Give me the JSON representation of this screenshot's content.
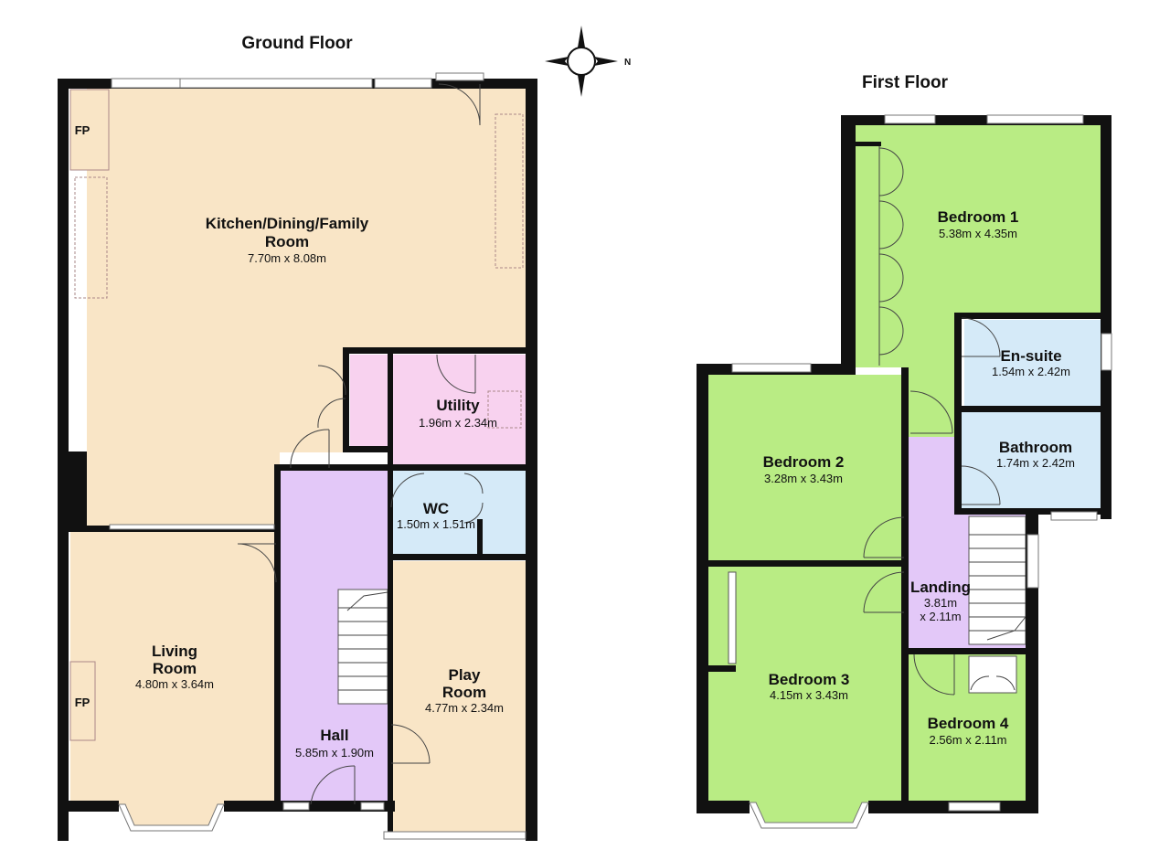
{
  "ground_floor": {
    "title": "Ground Floor",
    "rooms": {
      "kitchen": {
        "name_line1": "Kitchen/Dining/Family",
        "name_line2": "Room",
        "dims": "7.70m x 8.08m"
      },
      "utility": {
        "name": "Utility",
        "dims": "1.96m x 2.34m"
      },
      "wc": {
        "name": "WC",
        "dims": "1.50m x 1.51m"
      },
      "living": {
        "name_line1": "Living",
        "name_line2": "Room",
        "dims": "4.80m x 3.64m"
      },
      "hall": {
        "name": "Hall",
        "dims": "5.85m x 1.90m"
      },
      "play": {
        "name_line1": "Play",
        "name_line2": "Room",
        "dims": "4.77m x 2.34m"
      }
    },
    "fireplace_labels": [
      "FP",
      "FP"
    ]
  },
  "first_floor": {
    "title": "First Floor",
    "rooms": {
      "bedroom1": {
        "name": "Bedroom 1",
        "dims": "5.38m x 4.35m"
      },
      "ensuite": {
        "name": "En-suite",
        "dims": "1.54m x 2.42m"
      },
      "bathroom": {
        "name": "Bathroom",
        "dims": "1.74m x 2.42m"
      },
      "bedroom2": {
        "name": "Bedroom 2",
        "dims": "3.28m x 3.43m"
      },
      "landing": {
        "name": "Landing",
        "dims_line1": "3.81m",
        "dims_line2": "x 2.11m"
      },
      "bedroom3": {
        "name": "Bedroom 3",
        "dims": "4.15m x 3.43m"
      },
      "bedroom4": {
        "name": "Bedroom 4",
        "dims": "2.56m x 2.11m"
      }
    }
  },
  "compass": {
    "label": "N",
    "icon": "compass-rose-icon"
  },
  "colors": {
    "peach": "#f9e5c6",
    "pink": "#f8d2ef",
    "blue": "#d5eaf8",
    "purple": "#e3c8f8",
    "green": "#b9ec84",
    "wall": "#111111"
  }
}
